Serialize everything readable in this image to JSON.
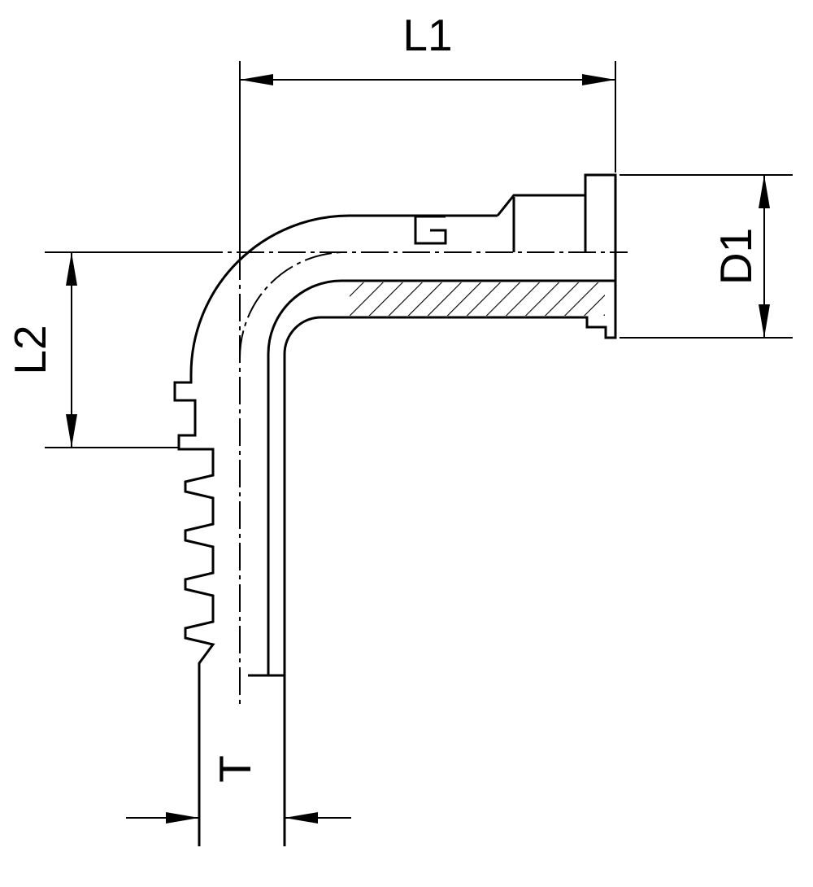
{
  "drawing": {
    "background": "#ffffff",
    "line_color": "#000000"
  },
  "dimensions": {
    "l1": "L1",
    "l2": "L2",
    "d1": "D1",
    "t": "T"
  }
}
